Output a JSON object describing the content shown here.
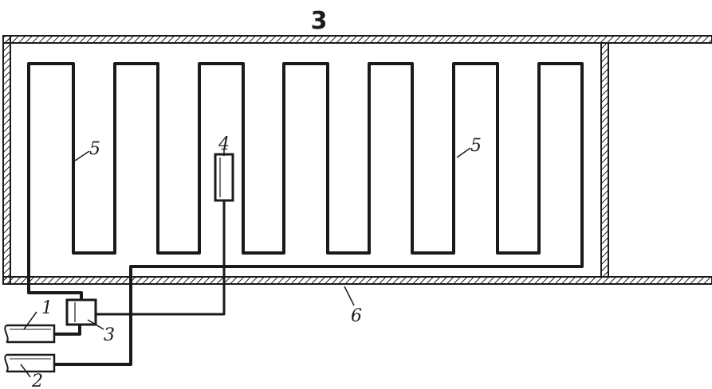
{
  "figure": {
    "title": "3"
  },
  "labels": {
    "pipe_inlet": "1",
    "pipe_outlet": "2",
    "valve": "3",
    "sensor": "4",
    "coil_left": "5",
    "coil_right": "5",
    "wall": "6"
  },
  "colors": {
    "line": "#1a1a1a",
    "background": "#ffffff"
  }
}
